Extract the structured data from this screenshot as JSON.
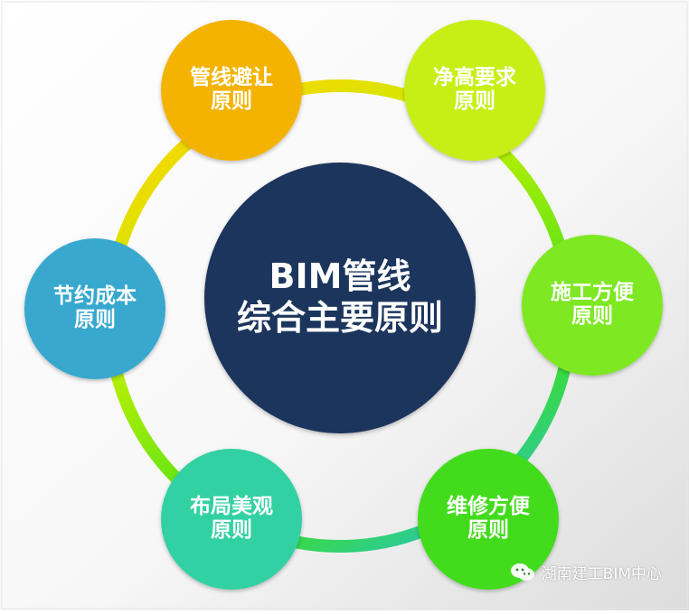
{
  "diagram": {
    "center": {
      "line1": "BIM管线",
      "line2": "综合主要原则",
      "color": "#1f355d"
    },
    "nodes": [
      {
        "line1": "管线避让",
        "line2": "原则",
        "color": "#f4b303"
      },
      {
        "line1": "净高要求",
        "line2": "原则",
        "color": "#c7ef12"
      },
      {
        "line1": "施工方便",
        "line2": "原则",
        "color": "#7ee821"
      },
      {
        "line1": "维修方便",
        "line2": "原则",
        "color": "#43dc1c"
      },
      {
        "line1": "布局美观",
        "line2": "原则",
        "color": "#30d1a3"
      },
      {
        "line1": "节约成本",
        "line2": "原则",
        "color": "#38a8cf"
      }
    ],
    "ring_colors": {
      "top": "#ffd400",
      "right": "#bff000",
      "bottom": "#3ee01f",
      "left": "#27c4bf"
    }
  },
  "watermark": {
    "text": "湖南建工BIM中心",
    "icon": "wechat-icon"
  }
}
